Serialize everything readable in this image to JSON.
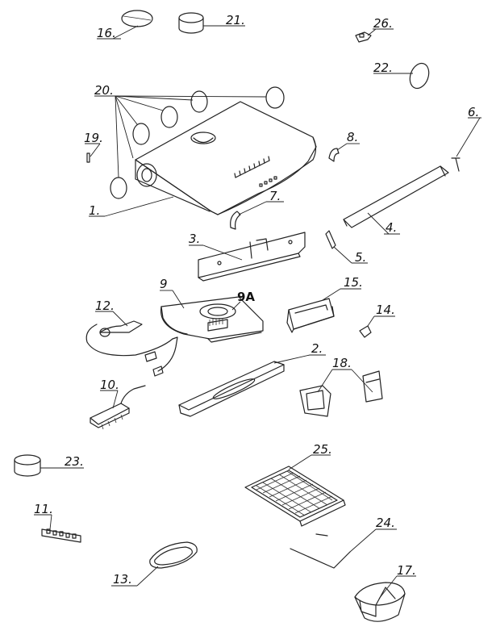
{
  "labels": {
    "p1": "1.",
    "p2": "2.",
    "p3": "3.",
    "p4": "4.",
    "p5": "5.",
    "p6": "6.",
    "p7": "7.",
    "p8": "8.",
    "p9": "9",
    "p9a": "9A",
    "p10": "10.",
    "p11": "11.",
    "p12": "12.",
    "p13": "13.",
    "p14": "14.",
    "p15": "15.",
    "p16": "16.",
    "p17": "17.",
    "p18": "18.",
    "p19": "19.",
    "p20": "20.",
    "p21": "21.",
    "p22": "22.",
    "p23": "23.",
    "p24": "24.",
    "p25": "25.",
    "p26": "26."
  }
}
